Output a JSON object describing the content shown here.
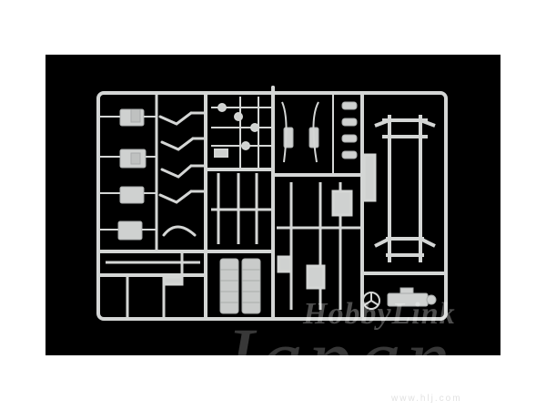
{
  "colors": {
    "background": "#000000",
    "page": "#ffffff",
    "plastic": "#d4d6d5",
    "plastic_shadow": "#a9acab",
    "watermark": "#ffffff"
  },
  "watermark": {
    "brand": "HobbyLink",
    "country": "Japan",
    "url": "www.hlj.com"
  },
  "icons": [
    "steering-wheel-icon"
  ]
}
